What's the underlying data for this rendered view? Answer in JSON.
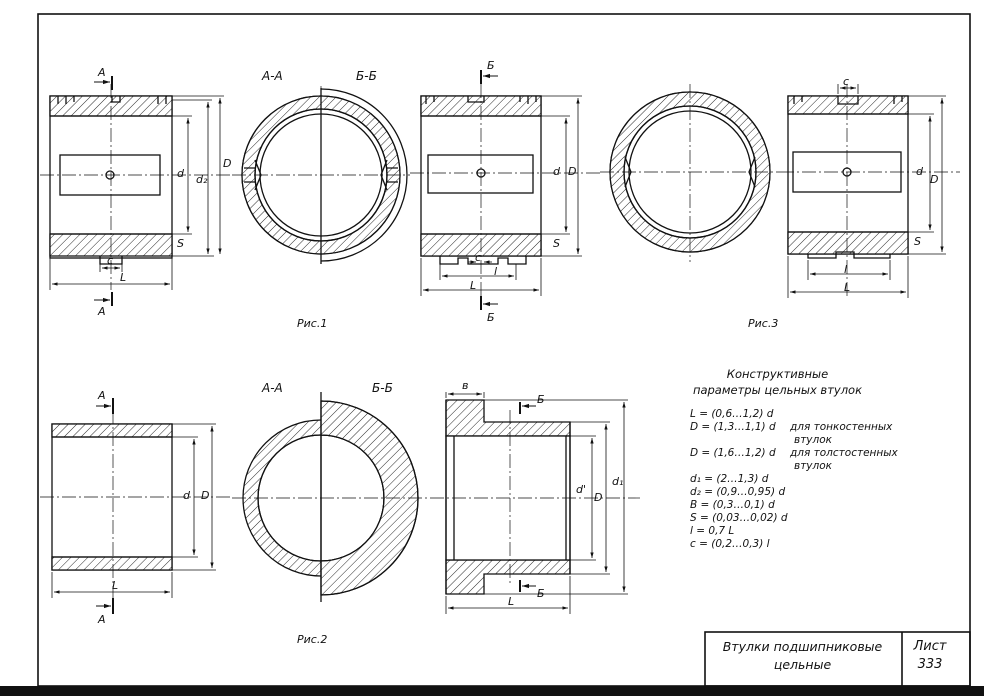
{
  "figures": {
    "fig1": "Рис.1",
    "fig2": "Рис.2",
    "fig3": "Рис.3"
  },
  "section_labels": {
    "aa": "А-А",
    "bb": "Б-Б",
    "a": "А",
    "b": "Б"
  },
  "dims": {
    "L": "L",
    "d": "d",
    "D": "D",
    "d1": "d₁",
    "d2": "d₂",
    "dprime": "d'",
    "S": "S",
    "c": "c",
    "l": "l",
    "b": "в"
  },
  "params": {
    "title_line1": "Конструктивные",
    "title_line2": "параметры цельных втулок",
    "rows": [
      "L = (0,6…1,2) d",
      "D = (1,3…1,1) d",
      "",
      "D = (1,6…1,2) d",
      "",
      "d₁ = (2…1,3) d",
      "d₂ = (0,9…0,95) d",
      "B = (0,3…0,1) d",
      "S = (0,03…0,02) d",
      "l = 0,7 L",
      "c = (0,2…0,3) l"
    ],
    "note_thin_1": "для тонкостенных",
    "note_thin_2": "втулок",
    "note_thick_1": "для толстостенных",
    "note_thick_2": "втулок"
  },
  "title_block": {
    "name_line1": "Втулки подшипниковые",
    "name_line2": "цельные",
    "sheet_label": "Лист",
    "sheet_number": "333"
  }
}
